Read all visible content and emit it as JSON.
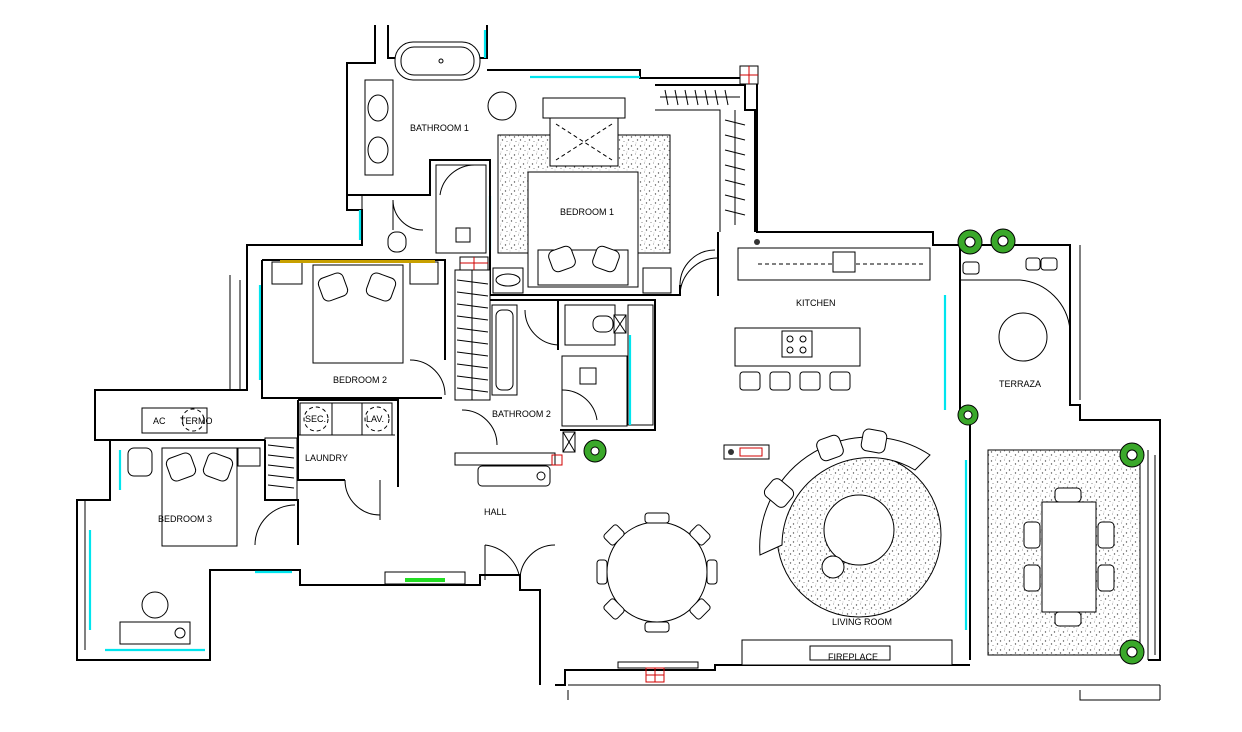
{
  "rooms": {
    "bathroom1": "BATHROOM 1",
    "bedroom1": "BEDROOM 1",
    "bedroom2": "BEDROOM 2",
    "bedroom3": "BEDROOM 3",
    "bathroom2": "BATHROOM 2",
    "laundry": "LAUNDRY",
    "hall": "HALL",
    "kitchen": "KITCHEN",
    "living_room": "LIVING ROOM",
    "terraza": "TERRAZA",
    "fireplace": "FIREPLACE"
  },
  "appliances": {
    "ac": "AC",
    "termo": "TERMO",
    "sec": "SEC.",
    "lav": "LAV."
  },
  "colors": {
    "walls": "#000000",
    "windows": "#00e5ee",
    "plants": "#2e9e1f",
    "markers": "#d00000",
    "tv": "#22dd22"
  }
}
